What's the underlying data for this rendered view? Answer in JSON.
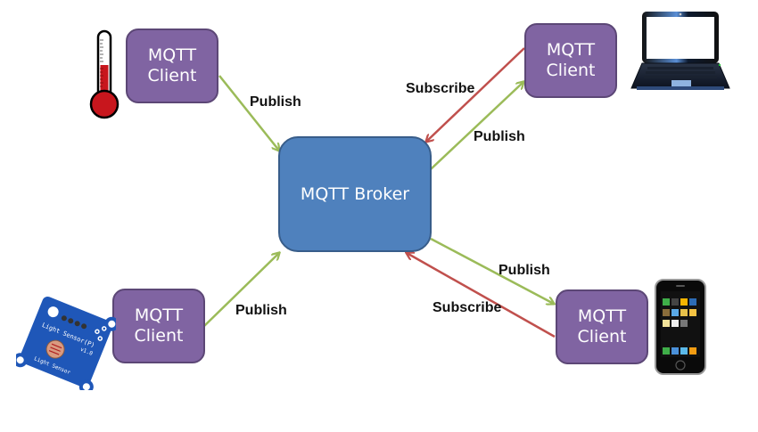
{
  "broker": {
    "label": "MQTT Broker"
  },
  "clients": [
    {
      "id": "thermometer",
      "line1": "MQTT",
      "line2": "Client",
      "device": "thermometer-icon"
    },
    {
      "id": "light-sensor",
      "line1": "MQTT",
      "line2": "Client",
      "device": "light-sensor-icon"
    },
    {
      "id": "laptop",
      "line1": "MQTT",
      "line2": "Client",
      "device": "laptop-icon"
    },
    {
      "id": "phone",
      "line1": "MQTT",
      "line2": "Client",
      "device": "smartphone-icon"
    }
  ],
  "edges": [
    {
      "from": "thermometer-client",
      "to": "broker",
      "label": "Publish",
      "type": "publish"
    },
    {
      "from": "light-sensor-client",
      "to": "broker",
      "label": "Publish",
      "type": "publish"
    },
    {
      "from": "laptop-client",
      "to": "broker",
      "label": "Subscribe",
      "type": "subscribe"
    },
    {
      "from": "broker",
      "to": "laptop-client",
      "label": "Publish",
      "type": "publish"
    },
    {
      "from": "broker",
      "to": "phone-client",
      "label": "Publish",
      "type": "publish"
    },
    {
      "from": "phone-client",
      "to": "broker",
      "label": "Subscribe",
      "type": "subscribe"
    }
  ],
  "devices": {
    "light_sensor": {
      "text1": "Light Sensor(P)",
      "text2": "v1.0",
      "text3": "Light Sensor"
    }
  },
  "colors": {
    "client": "#8064a2",
    "broker": "#4f81bd",
    "publish": "#9bbb59",
    "subscribe": "#c0504d"
  }
}
